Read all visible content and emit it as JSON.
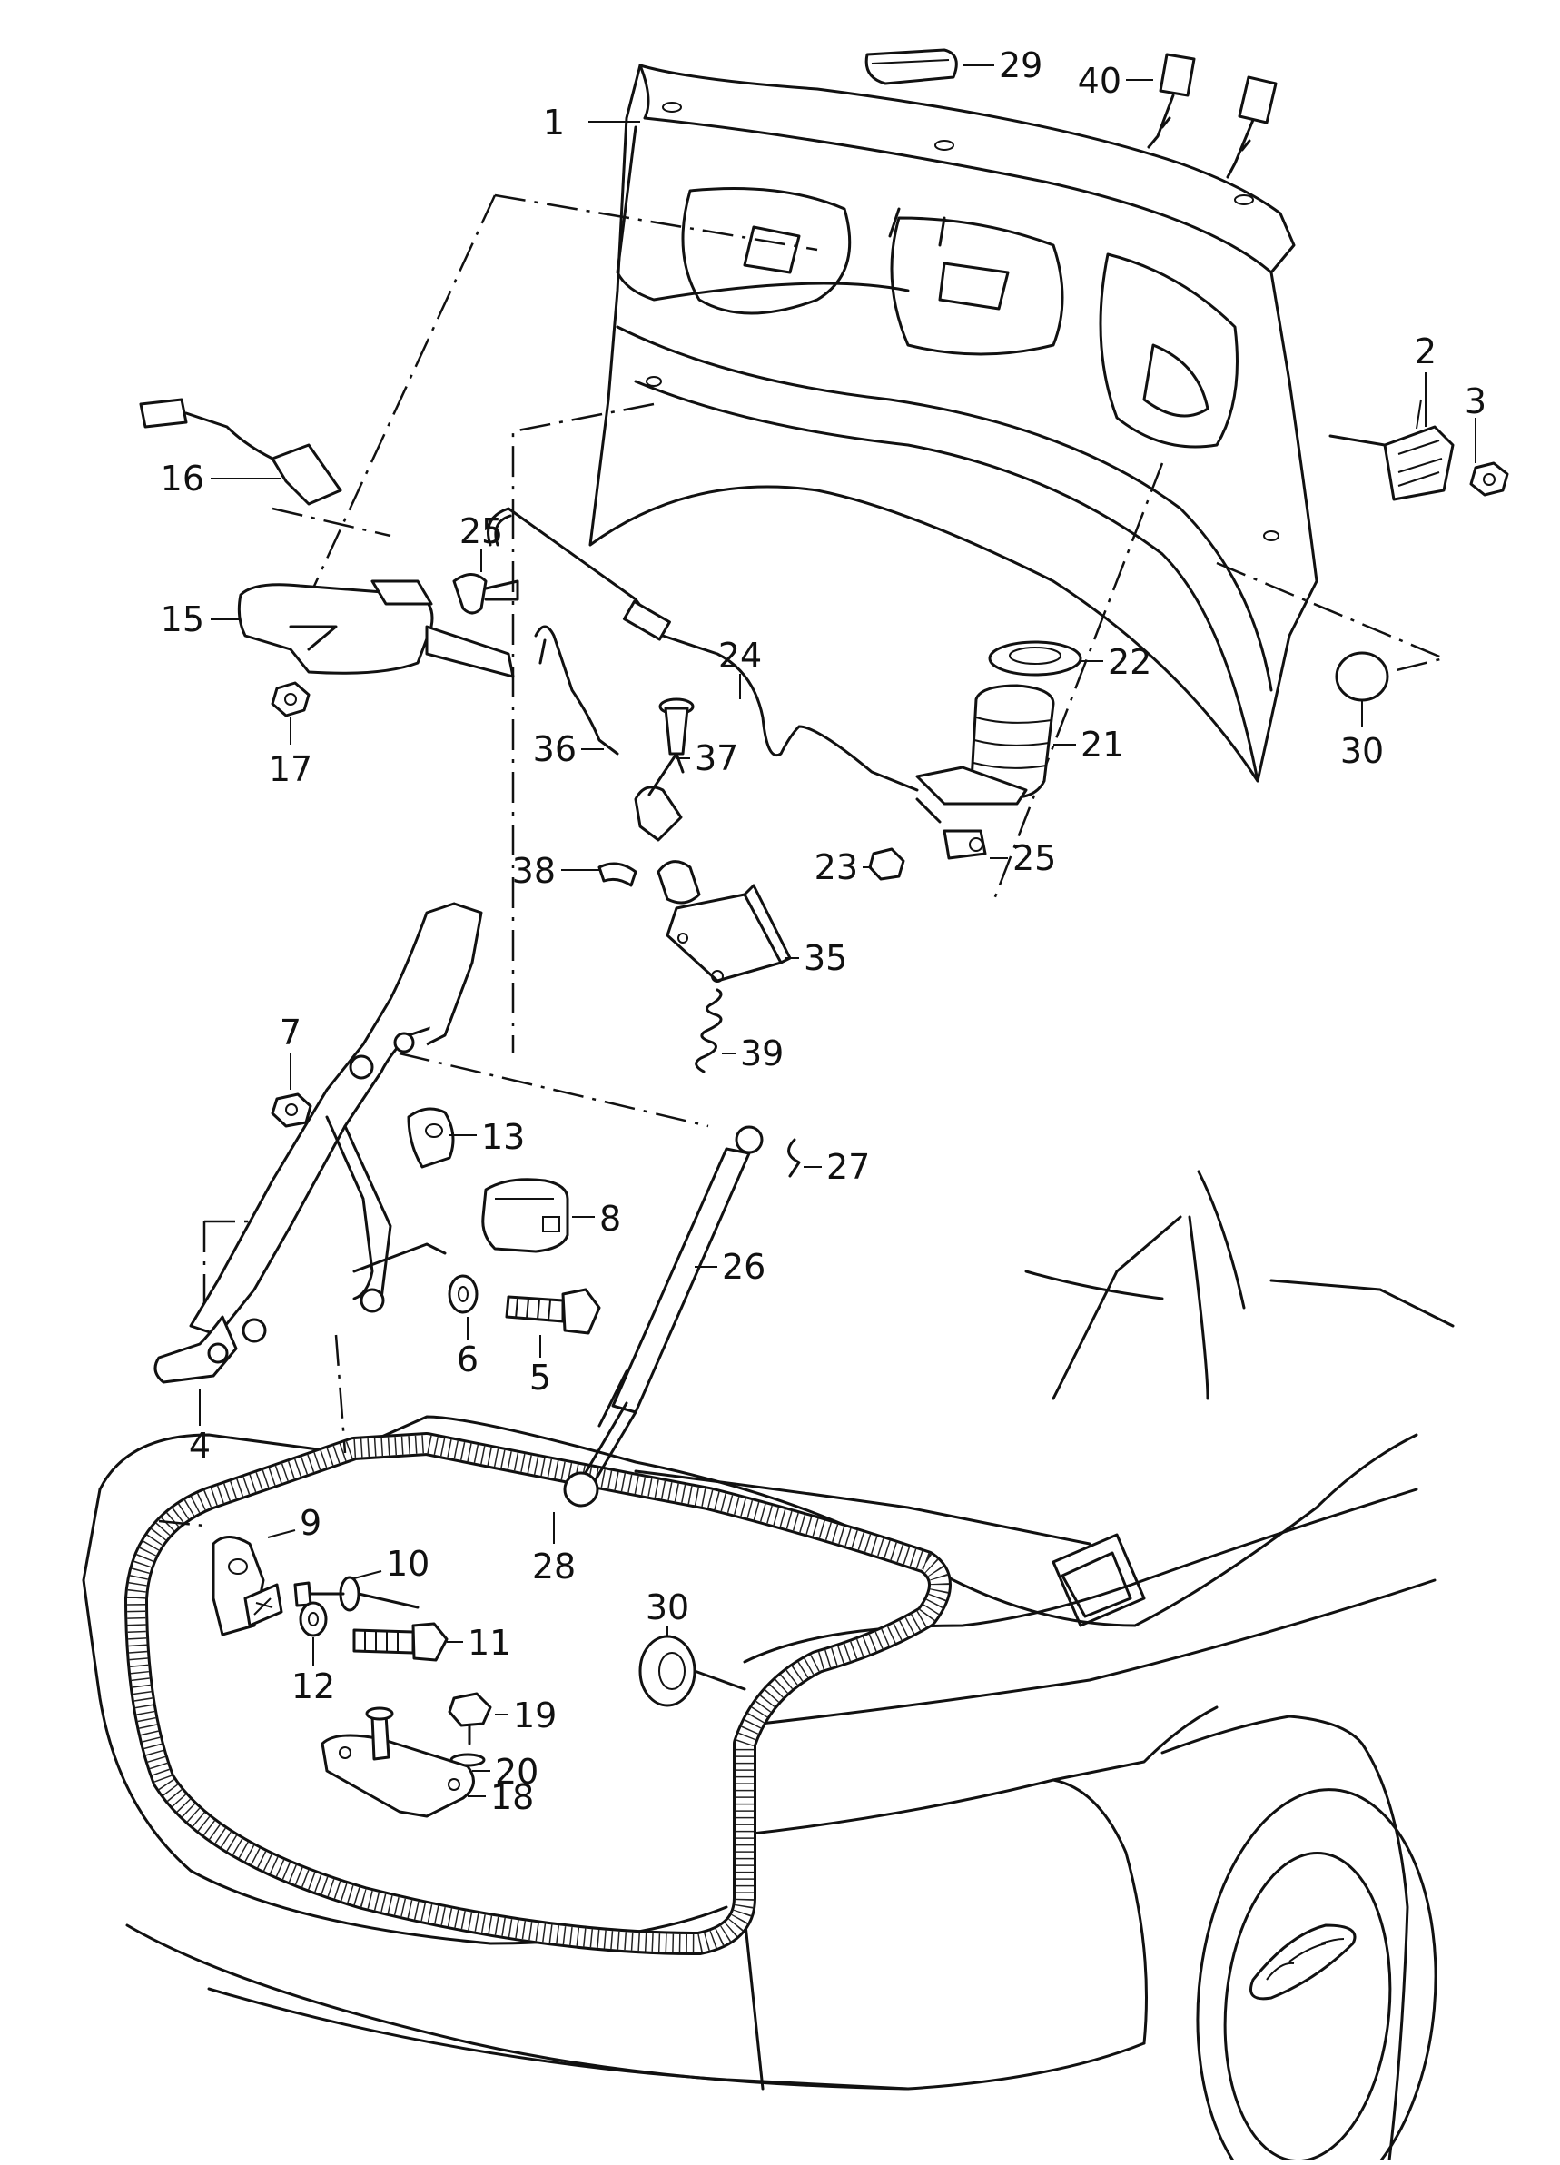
{
  "callouts": [
    {
      "id": "c1",
      "label": "1"
    },
    {
      "id": "c2",
      "label": "2"
    },
    {
      "id": "c3",
      "label": "3"
    },
    {
      "id": "c4",
      "label": "4"
    },
    {
      "id": "c5",
      "label": "5"
    },
    {
      "id": "c6",
      "label": "6"
    },
    {
      "id": "c7",
      "label": "7"
    },
    {
      "id": "c8",
      "label": "8"
    },
    {
      "id": "c9",
      "label": "9"
    },
    {
      "id": "c10",
      "label": "10"
    },
    {
      "id": "c11",
      "label": "11"
    },
    {
      "id": "c12",
      "label": "12"
    },
    {
      "id": "c13",
      "label": "13"
    },
    {
      "id": "c15",
      "label": "15"
    },
    {
      "id": "c16",
      "label": "16"
    },
    {
      "id": "c17",
      "label": "17"
    },
    {
      "id": "c18",
      "label": "18"
    },
    {
      "id": "c19",
      "label": "19"
    },
    {
      "id": "c20",
      "label": "20"
    },
    {
      "id": "c21",
      "label": "21"
    },
    {
      "id": "c22",
      "label": "22"
    },
    {
      "id": "c23",
      "label": "23"
    },
    {
      "id": "c24",
      "label": "24"
    },
    {
      "id": "c25a",
      "label": "25"
    },
    {
      "id": "c25b",
      "label": "25"
    },
    {
      "id": "c26",
      "label": "26"
    },
    {
      "id": "c27",
      "label": "27"
    },
    {
      "id": "c28",
      "label": "28"
    },
    {
      "id": "c29",
      "label": "29"
    },
    {
      "id": "c30a",
      "label": "30"
    },
    {
      "id": "c30b",
      "label": "30"
    },
    {
      "id": "c35",
      "label": "35"
    },
    {
      "id": "c36",
      "label": "36"
    },
    {
      "id": "c37",
      "label": "37"
    },
    {
      "id": "c38",
      "label": "38"
    },
    {
      "id": "c39",
      "label": "39"
    },
    {
      "id": "c40",
      "label": "40"
    }
  ]
}
